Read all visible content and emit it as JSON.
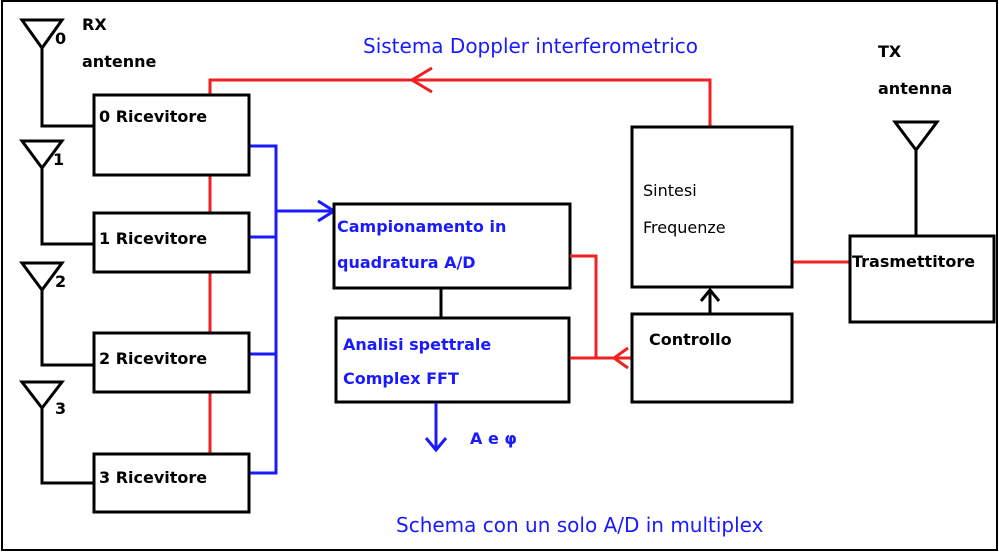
{
  "title": "Sistema Doppler interferometrico",
  "subtitle": "Schema con un solo A/D in multiplex",
  "rx_label_line1": "RX",
  "rx_label_line2": "antenne",
  "tx_label_line1": "TX",
  "tx_label_line2": "antenna",
  "antenna_numbers": [
    "0",
    "1",
    "2",
    "3"
  ],
  "receivers": [
    "0 Ricevitore",
    "1 Ricevitore",
    "2 Ricevitore",
    "3 Ricevitore"
  ],
  "sampling_block": {
    "line1": "Campionamento in",
    "line2": "quadratura A/D"
  },
  "fft_block": {
    "line1": "Analisi spettrale",
    "line2": "Complex FFT"
  },
  "synth_block": {
    "line1": "Sintesi",
    "line2": "Frequenze"
  },
  "control_block": "Controllo",
  "transmitter_block": "Trasmettitore",
  "output_label": "A e φ",
  "colors": {
    "red": "#ee2222",
    "blue": "#1a1aff",
    "black": "#000000"
  }
}
